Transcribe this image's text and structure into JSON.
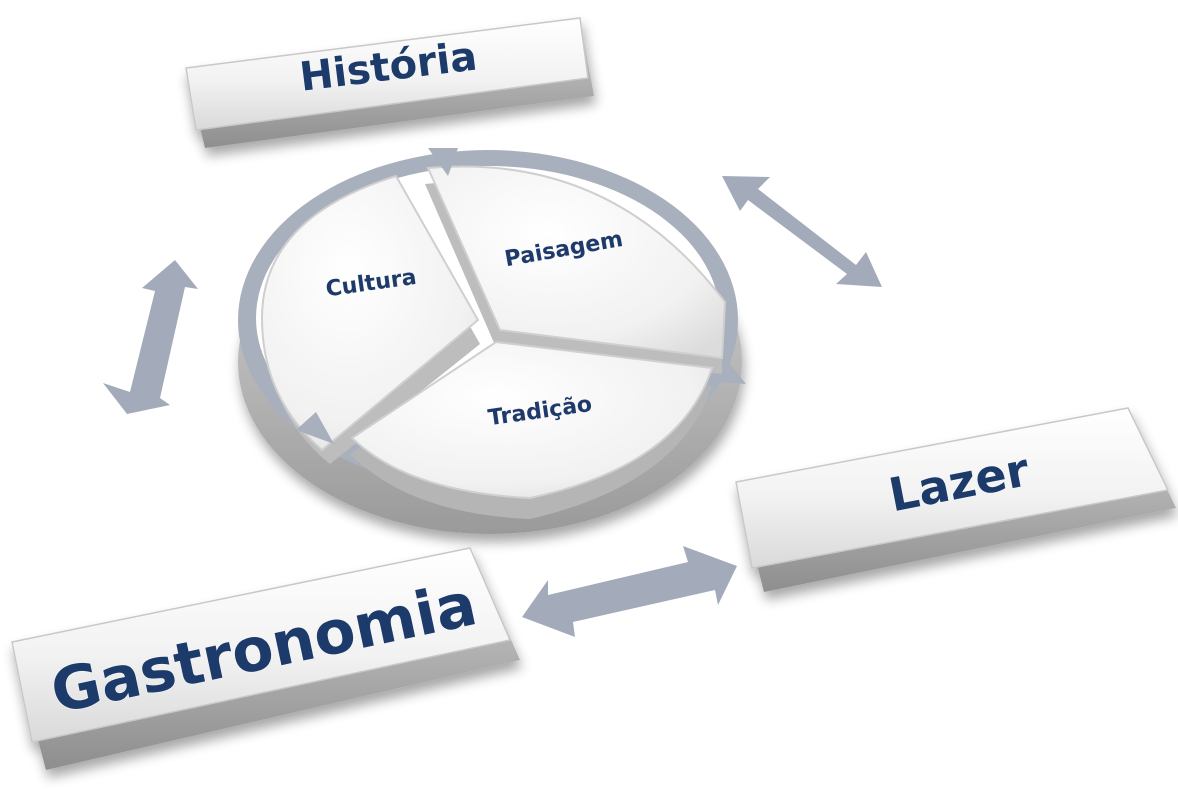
{
  "keys": {
    "historia": "História",
    "lazer": "Lazer",
    "gastronomia": "Gastronomia"
  },
  "slices": {
    "cultura": "Cultura",
    "paisagem": "Paisagem",
    "tradicao": "Tradição"
  }
}
